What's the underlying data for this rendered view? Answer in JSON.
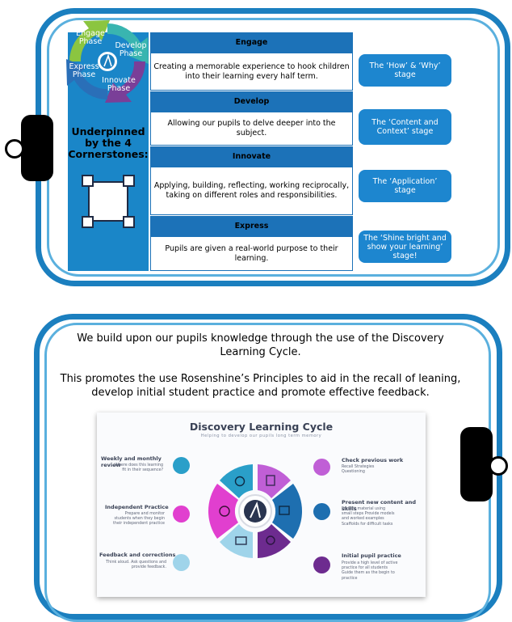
{
  "top_panel": {
    "cycle_labels": {
      "engage": "Engage Phase",
      "develop": "Develop Phase",
      "express": "Express Phase",
      "innovate": "Innovate Phase"
    },
    "underpinned": "Underpinned by the 4 Cornerstones:",
    "stages": [
      {
        "title": "Engage",
        "description": "Creating a memorable experience to hook children into their learning every half term.",
        "tag": "The ‘How’ & ‘Why’ stage"
      },
      {
        "title": "Develop",
        "description": "Allowing our pupils to delve deeper into the subject.",
        "tag": "The ‘Content and Context’ stage"
      },
      {
        "title": "Innovate",
        "description": "Applying, building, reflecting, working reciprocally, taking on different roles and responsibilities.",
        "tag": "The ‘Application’ stage"
      },
      {
        "title": "Express",
        "description": "Pupils are given a real-world purpose to their learning.",
        "tag": "The ‘Shine bright and show your learning’ stage!"
      }
    ]
  },
  "bottom_panel": {
    "intro_1": "We build upon our pupils knowledge through the use of the Discovery Learning Cycle.",
    "intro_2": "This promotes the use Rosenshine’s Principles  to aid in the recall of leaning, develop initial student practice and promote effective feedback.",
    "cycle": {
      "title": "Discovery Learning Cycle",
      "subtitle": "Helping to develop our pupils long term memory",
      "items": [
        {
          "title": "Weekly and monthly review",
          "body": "Where does this learning fit in their sequence?"
        },
        {
          "title": "Independent Practice",
          "body": "Prepare and monitor students when they begin their independent practice"
        },
        {
          "title": "Feedback and corrections",
          "body": "Think aloud. Ask questions and provide feedback."
        },
        {
          "title": "Check previous work",
          "body": "Recall Strategies Questioning"
        },
        {
          "title": "Present new content and skills",
          "body": "Present material using small steps Provide models and worked examples Scaffolds for difficult tasks"
        },
        {
          "title": "Initial pupil practice",
          "body": "Provide a high level of active practice for all students Guide them as the begin to practice"
        }
      ]
    }
  },
  "colors": {
    "board_blue": "#1b7fbf",
    "header_blue": "#1c72b8",
    "tag_blue": "#1d86cf",
    "cyc_green": "#8bc540",
    "cyc_teal": "#39b5b0",
    "cyc_blue": "#2a6fb8",
    "cyc_purple": "#7a3f98",
    "seg_purple_light": "#c05fd6",
    "seg_blue": "#1e6fb0",
    "seg_purple_dark": "#6d2b8f",
    "seg_light_blue": "#9fd4ea",
    "seg_magenta": "#e13fcf",
    "seg_teal": "#2a9fc9"
  }
}
